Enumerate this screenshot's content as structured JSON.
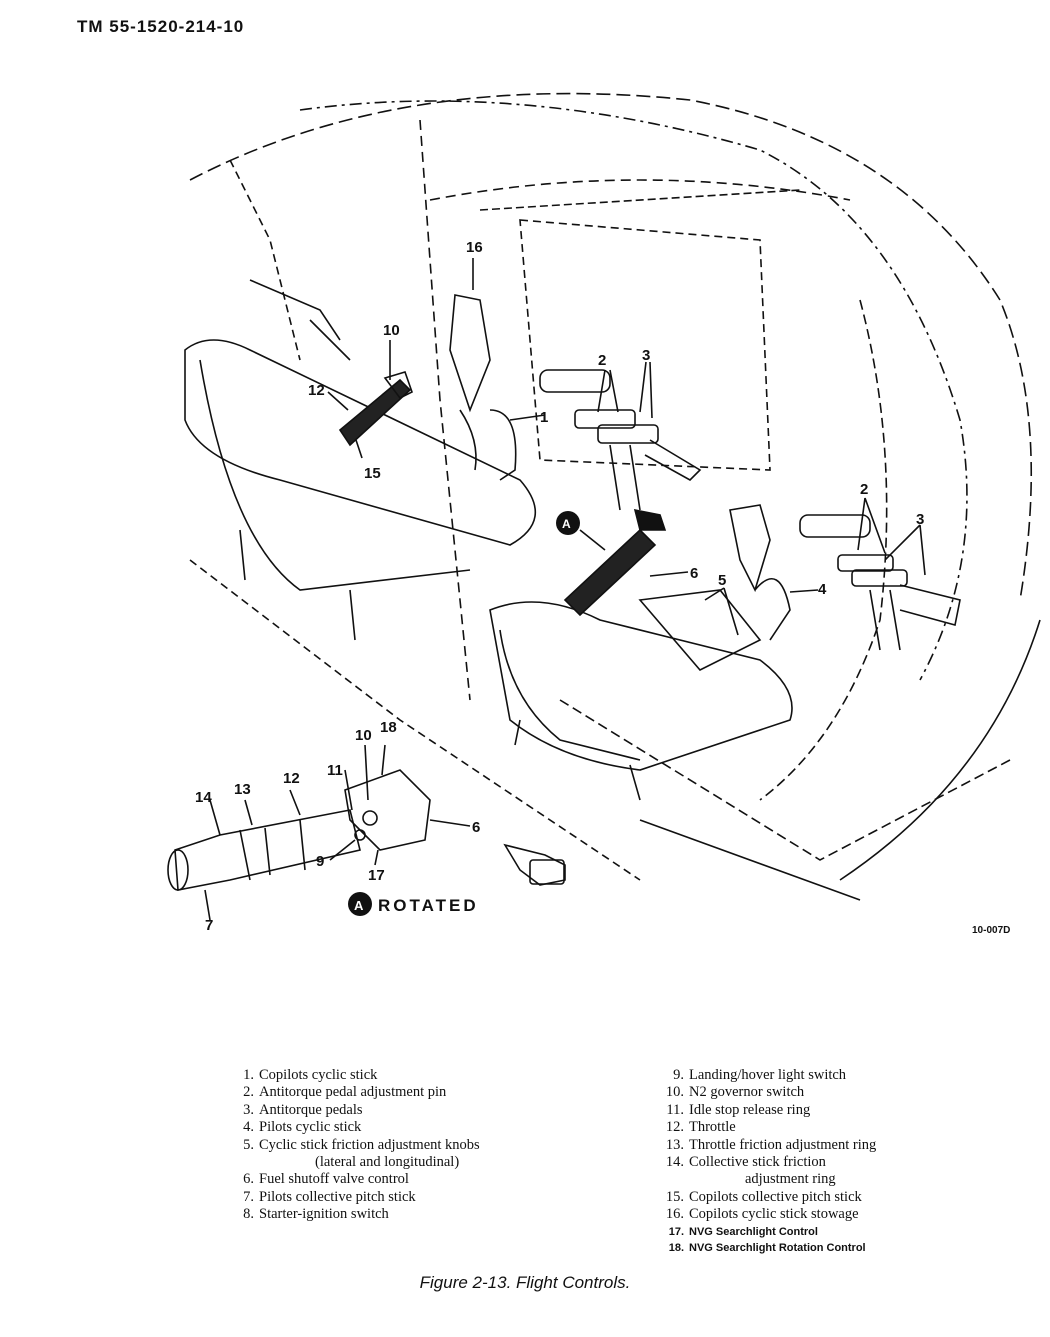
{
  "header": {
    "doc_id": "TM 55-1520-214-10"
  },
  "illustration": {
    "callouts": [
      "16",
      "10",
      "12",
      "15",
      "1",
      "2",
      "3",
      "A",
      "6",
      "5",
      "4",
      "2",
      "3"
    ],
    "inset": {
      "callouts": [
        "10",
        "18",
        "11",
        "12",
        "13",
        "14",
        "6",
        "17",
        "9",
        "7"
      ],
      "label_marker": "A",
      "label_text": "ROTATED"
    },
    "figure_code": "10-007D"
  },
  "legend": {
    "left": [
      {
        "num": "1.",
        "text": "Copilots cyclic stick"
      },
      {
        "num": "2.",
        "text": "Antitorque pedal adjustment pin"
      },
      {
        "num": "3.",
        "text": "Antitorque pedals"
      },
      {
        "num": "4.",
        "text": "Pilots cyclic stick"
      },
      {
        "num": "5.",
        "text": "Cyclic stick friction adjustment knobs"
      },
      {
        "num": "",
        "text": "(lateral and longitudinal)"
      },
      {
        "num": "6.",
        "text": "Fuel shutoff valve control"
      },
      {
        "num": "7.",
        "text": "Pilots collective pitch stick"
      },
      {
        "num": "8.",
        "text": "Starter-ignition switch"
      }
    ],
    "right": [
      {
        "num": "9.",
        "text": "Landing/hover light switch"
      },
      {
        "num": "10.",
        "text": "N2 governor switch"
      },
      {
        "num": "11.",
        "text": "Idle stop release ring"
      },
      {
        "num": "12.",
        "text": "Throttle"
      },
      {
        "num": "13.",
        "text": "Throttle friction adjustment ring"
      },
      {
        "num": "14.",
        "text": "Collective stick friction"
      },
      {
        "num": "",
        "text": "adjustment ring"
      },
      {
        "num": "15.",
        "text": "Copilots collective pitch stick"
      },
      {
        "num": "16.",
        "text": "Copilots cyclic stick stowage"
      },
      {
        "num": "17.",
        "text": "NVG Searchlight Control"
      },
      {
        "num": "18.",
        "text": "NVG Searchlight Rotation Control"
      }
    ]
  },
  "caption": "Figure 2-13. Flight Controls."
}
